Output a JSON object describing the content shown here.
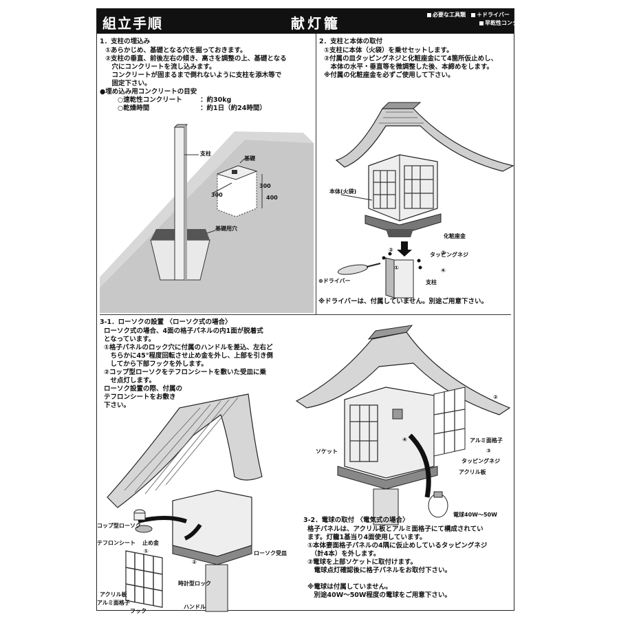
{
  "header": {
    "title_left": "組立手順",
    "title_center": "献灯籠",
    "tools_title": "必要な工具類",
    "tool_1": "＋ドライバー",
    "tool_2": "早乾性コンクリート"
  },
  "section1": {
    "heading": "1．支柱の埋込み",
    "line1": "①あらかじめ、基礎となる穴を掘っておきます。",
    "line2": "②支柱の垂直、前後左右の傾き、高さを調整の上、基礎となる",
    "line3": "　穴にコンクリートを流し込みます。",
    "line4": "　コンクリートが固まるまで倒れないように支柱を添木等で",
    "line5": "　固定下さい。",
    "line6": "●埋め込み用コンクリートの目安",
    "line7a": "○速乾性コンクリート",
    "line7b": "：約30kg",
    "line8a": "○乾燥時間",
    "line8b": "：約1日（約24時間）",
    "label_post": "支柱",
    "label_base": "基礎",
    "label_hole": "基礎用穴",
    "dim_300a": "300",
    "dim_300b": "300",
    "dim_400": "400"
  },
  "section2": {
    "heading": "2．支柱と本体の取付",
    "line1": "①支柱に本体（火袋）を乗せセットします。",
    "line2": "②付属の皿タッピングネジと化粧座金にて4箇所仮止めし、",
    "line3": "　本体の水平・垂直等を微調整した後、本締めをします。",
    "line4": "※付属の化粧座金を必ずご使用して下さい。",
    "label_body": "本体(火袋)",
    "label_washer": "化粧座金",
    "label_screw": "タッピングネジ",
    "label_driver": "⊕ドライバー",
    "label_post": "支柱",
    "n1": "①",
    "n2": "②",
    "n3": "③",
    "n4": "④",
    "note": "※ドライバーは、付属していません。別途ご用意下さい。"
  },
  "section31": {
    "heading": "3-1．ローソクの設置 〈ローソク式の場合〉",
    "line1": "ローソク式の場合、4面の格子パネルの内1面が脱着式",
    "line2": "となっています。",
    "line3": "①格子パネルのロック穴に付属のハンドルを差込、左右ど",
    "line4": "　ちらかに45°程度回転させ止め金を外し、上部を引き倒",
    "line5": "　してから下部フックを外します。",
    "line6": "②コップ型ローソクをテフロンシートを敷いた受皿に乗",
    "line7": "　せ点灯します。",
    "line8": "ローソク設置の際、付属の",
    "line9": "テフロンシートをお敷き",
    "line10": "下さい。",
    "label_cup": "コップ型ローソク",
    "label_teflon": "テフロンシート",
    "label_stopper": "止め金",
    "label_acrylic": "アクリル板",
    "label_alumi": "アルミ面格子",
    "label_hook": "フック",
    "label_handle": "ハンドル",
    "label_lock": "時計型ロック",
    "label_tray": "ローソク受皿",
    "n1": "①",
    "n2": "②"
  },
  "section32": {
    "heading": "3-2．電球の取付 〈電気式の場合〉",
    "line1": "格子パネルは、アクリル板とアルミ面格子にて構成されてい",
    "line2": "ます。灯籠1基当り4面使用しています。",
    "line3": "①本体妻面格子パネルの4隅に仮止めしているタッピングネジ",
    "line4": "　（計4本）を外します。",
    "line5": "②電球を上部ソケットに取付けます。",
    "line6": "　電球点灯確認後に格子パネルをお取付下さい。",
    "line7": "※電球は付属していません。",
    "line8": "　別途40W～50W程度の電球をご用意下さい。",
    "label_socket": "ソケット",
    "label_alumi": "アルミ面格子",
    "label_screw": "タッピングネジ",
    "label_acrylic": "アクリル板",
    "label_bulb": "電球40W～50W",
    "n2": "②",
    "n3": "③",
    "n4": "④"
  }
}
